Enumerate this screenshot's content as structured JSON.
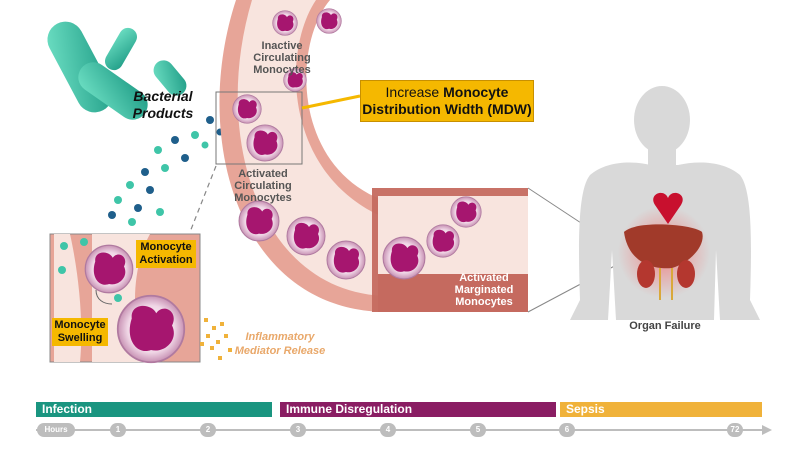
{
  "bacteria": {
    "label": "Bacterial Products"
  },
  "vessel": {
    "inactive_label": "Inactive Circulating Monocytes",
    "activated_label": "Activated Circulating Monocytes",
    "marginated_label": "Activated Marginated Monocytes"
  },
  "callout": {
    "prefix": "Increase ",
    "bold1": "Monocyte",
    "bold2": "Distribution Width (MDW)"
  },
  "inset": {
    "activation": "Monocyte Activation",
    "swelling": "Monocyte Swelling",
    "release": "Inflammatory Mediator Release"
  },
  "organ": {
    "label": "Organ Failure"
  },
  "timeline": {
    "phases": [
      {
        "label": "Infection",
        "color": "#1a9580"
      },
      {
        "label": "Immune Disregulation",
        "color": "#8a1d63"
      },
      {
        "label": "Sepsis",
        "color": "#f0b23a"
      }
    ],
    "ticks": [
      "Hours",
      "1",
      "2",
      "3",
      "4",
      "5",
      "6",
      "72"
    ]
  },
  "colors": {
    "vessel_outer": "#e7a598",
    "vessel_inner": "#f8e4de",
    "vessel_dark": "#c56a5f",
    "cell": "#9c1f6b",
    "highlight": "#f5b800",
    "bacteria": "#3fc5a8",
    "body": "#d9d9d9"
  },
  "icons": [
    "bacteria-icon",
    "monocyte-icon",
    "human-silhouette-icon",
    "heart-icon",
    "liver-icon",
    "kidney-icon"
  ]
}
